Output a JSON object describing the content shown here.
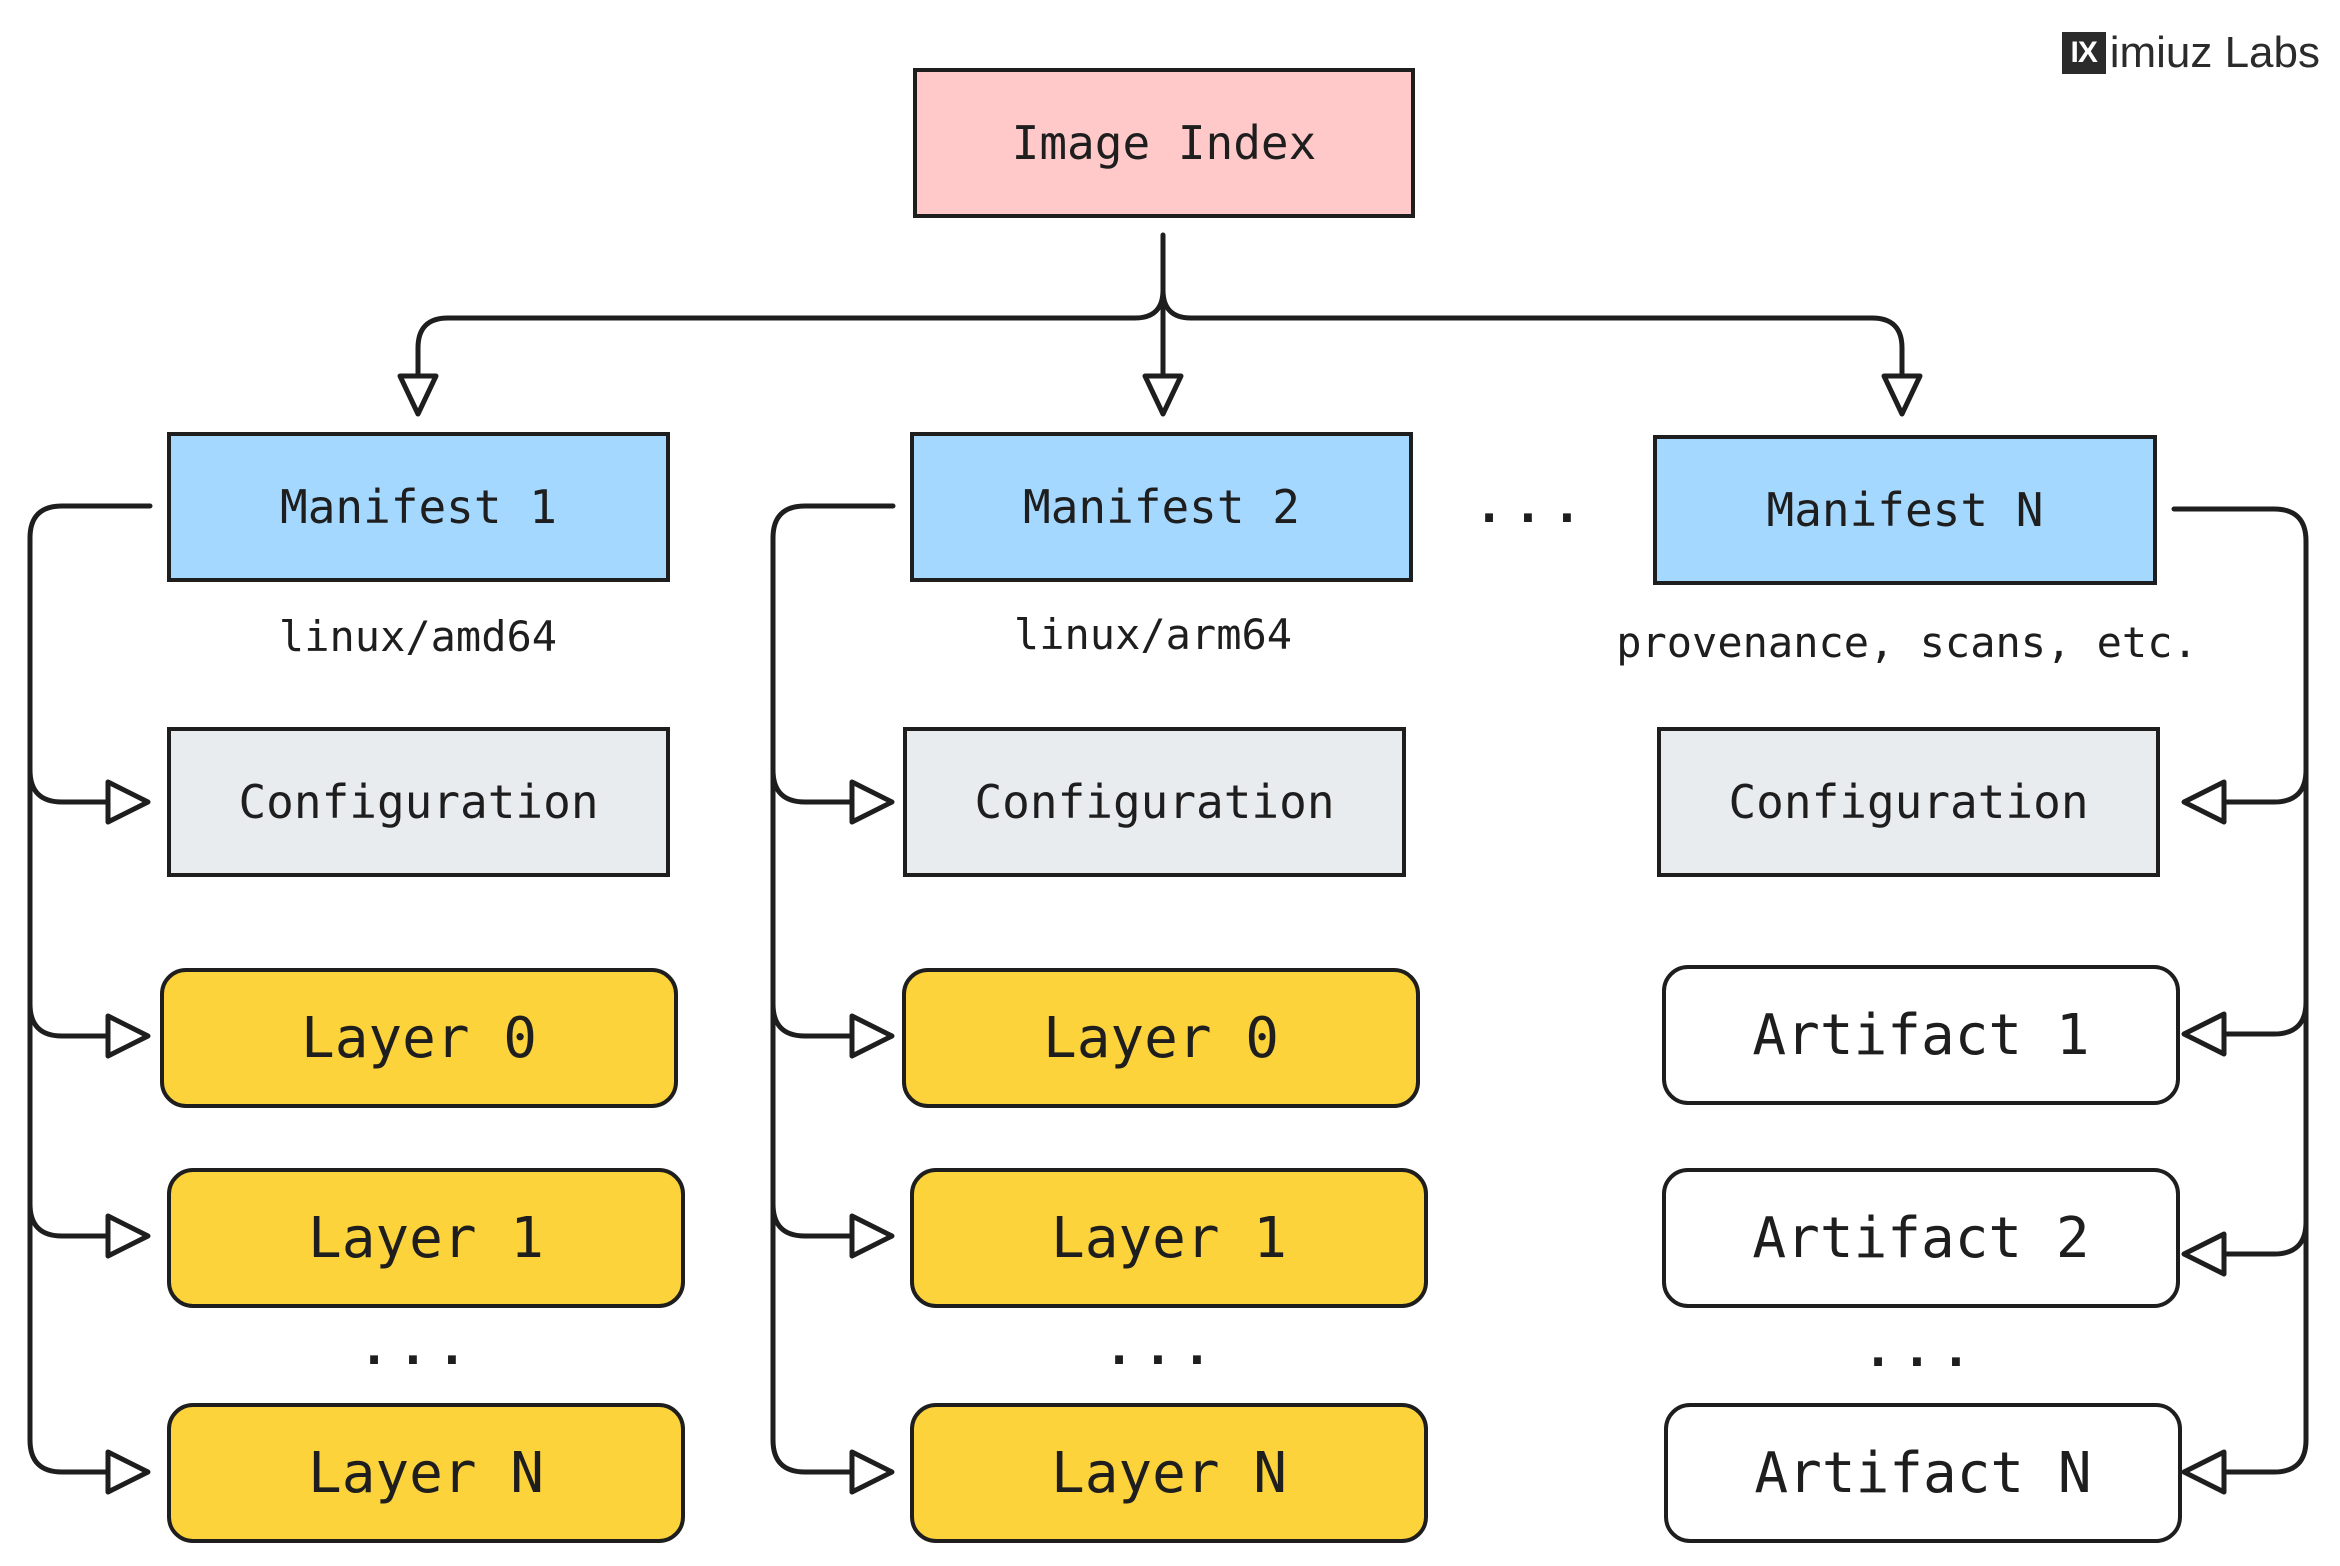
{
  "diagram": {
    "logo": {
      "mark": "IX",
      "text": "imiuz Labs"
    },
    "index": {
      "label": "Image Index"
    },
    "manifests": [
      {
        "label": "Manifest 1",
        "platform": "linux/amd64"
      },
      {
        "label": "Manifest 2",
        "platform": "linux/arm64"
      },
      {
        "label": "Manifest N",
        "platform": "provenance, scans, etc."
      }
    ],
    "manifest_gap_dots": "...",
    "columns": [
      {
        "config": "Configuration",
        "items": [
          "Layer 0",
          "Layer 1",
          "Layer N"
        ],
        "dots": "...",
        "item_kind": "layer"
      },
      {
        "config": "Configuration",
        "items": [
          "Layer 0",
          "Layer 1",
          "Layer N"
        ],
        "dots": "...",
        "item_kind": "layer"
      },
      {
        "config": "Configuration",
        "items": [
          "Artifact 1",
          "Artifact 2",
          "Artifact N"
        ],
        "dots": "...",
        "item_kind": "artifact"
      }
    ],
    "colors": {
      "index_fill": "#ffc9c9",
      "manifest_fill": "#a5d8ff",
      "config_fill": "#e9ecef",
      "layer_fill": "#fcd33b",
      "artifact_fill": "#ffffff",
      "stroke": "#1e1e1e"
    }
  }
}
